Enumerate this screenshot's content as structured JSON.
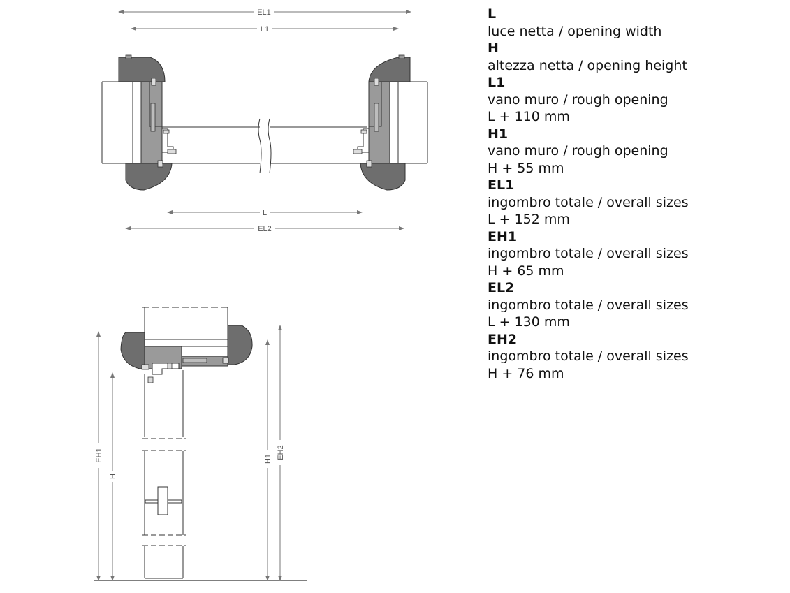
{
  "diagram": {
    "plan_labels": {
      "el1": "EL1",
      "l1": "L1",
      "l": "L",
      "el2": "EL2"
    },
    "section_labels": {
      "eh1": "EH1",
      "h": "H",
      "h1": "H1",
      "eh2": "EH2"
    },
    "colors": {
      "frame_fill": "#6e6e6e",
      "inner_fill": "#9a9a9a",
      "line": "#333333",
      "dim_line": "#777777"
    }
  },
  "legend": [
    {
      "code": "L",
      "lines": [
        "luce netta / opening width"
      ]
    },
    {
      "code": "H",
      "lines": [
        "altezza netta / opening height"
      ]
    },
    {
      "code": "L1",
      "lines": [
        "vano muro / rough opening",
        "L + 110 mm"
      ]
    },
    {
      "code": "H1",
      "lines": [
        "vano muro / rough opening",
        "H + 55 mm"
      ]
    },
    {
      "code": "EL1",
      "lines": [
        "ingombro totale / overall sizes",
        "L + 152 mm"
      ]
    },
    {
      "code": "EH1",
      "lines": [
        "ingombro totale / overall sizes",
        "H + 65 mm"
      ]
    },
    {
      "code": "EL2",
      "lines": [
        "ingombro totale / overall sizes",
        "L + 130 mm"
      ]
    },
    {
      "code": "EH2",
      "lines": [
        "ingombro totale / overall sizes",
        "H + 76 mm"
      ]
    }
  ]
}
